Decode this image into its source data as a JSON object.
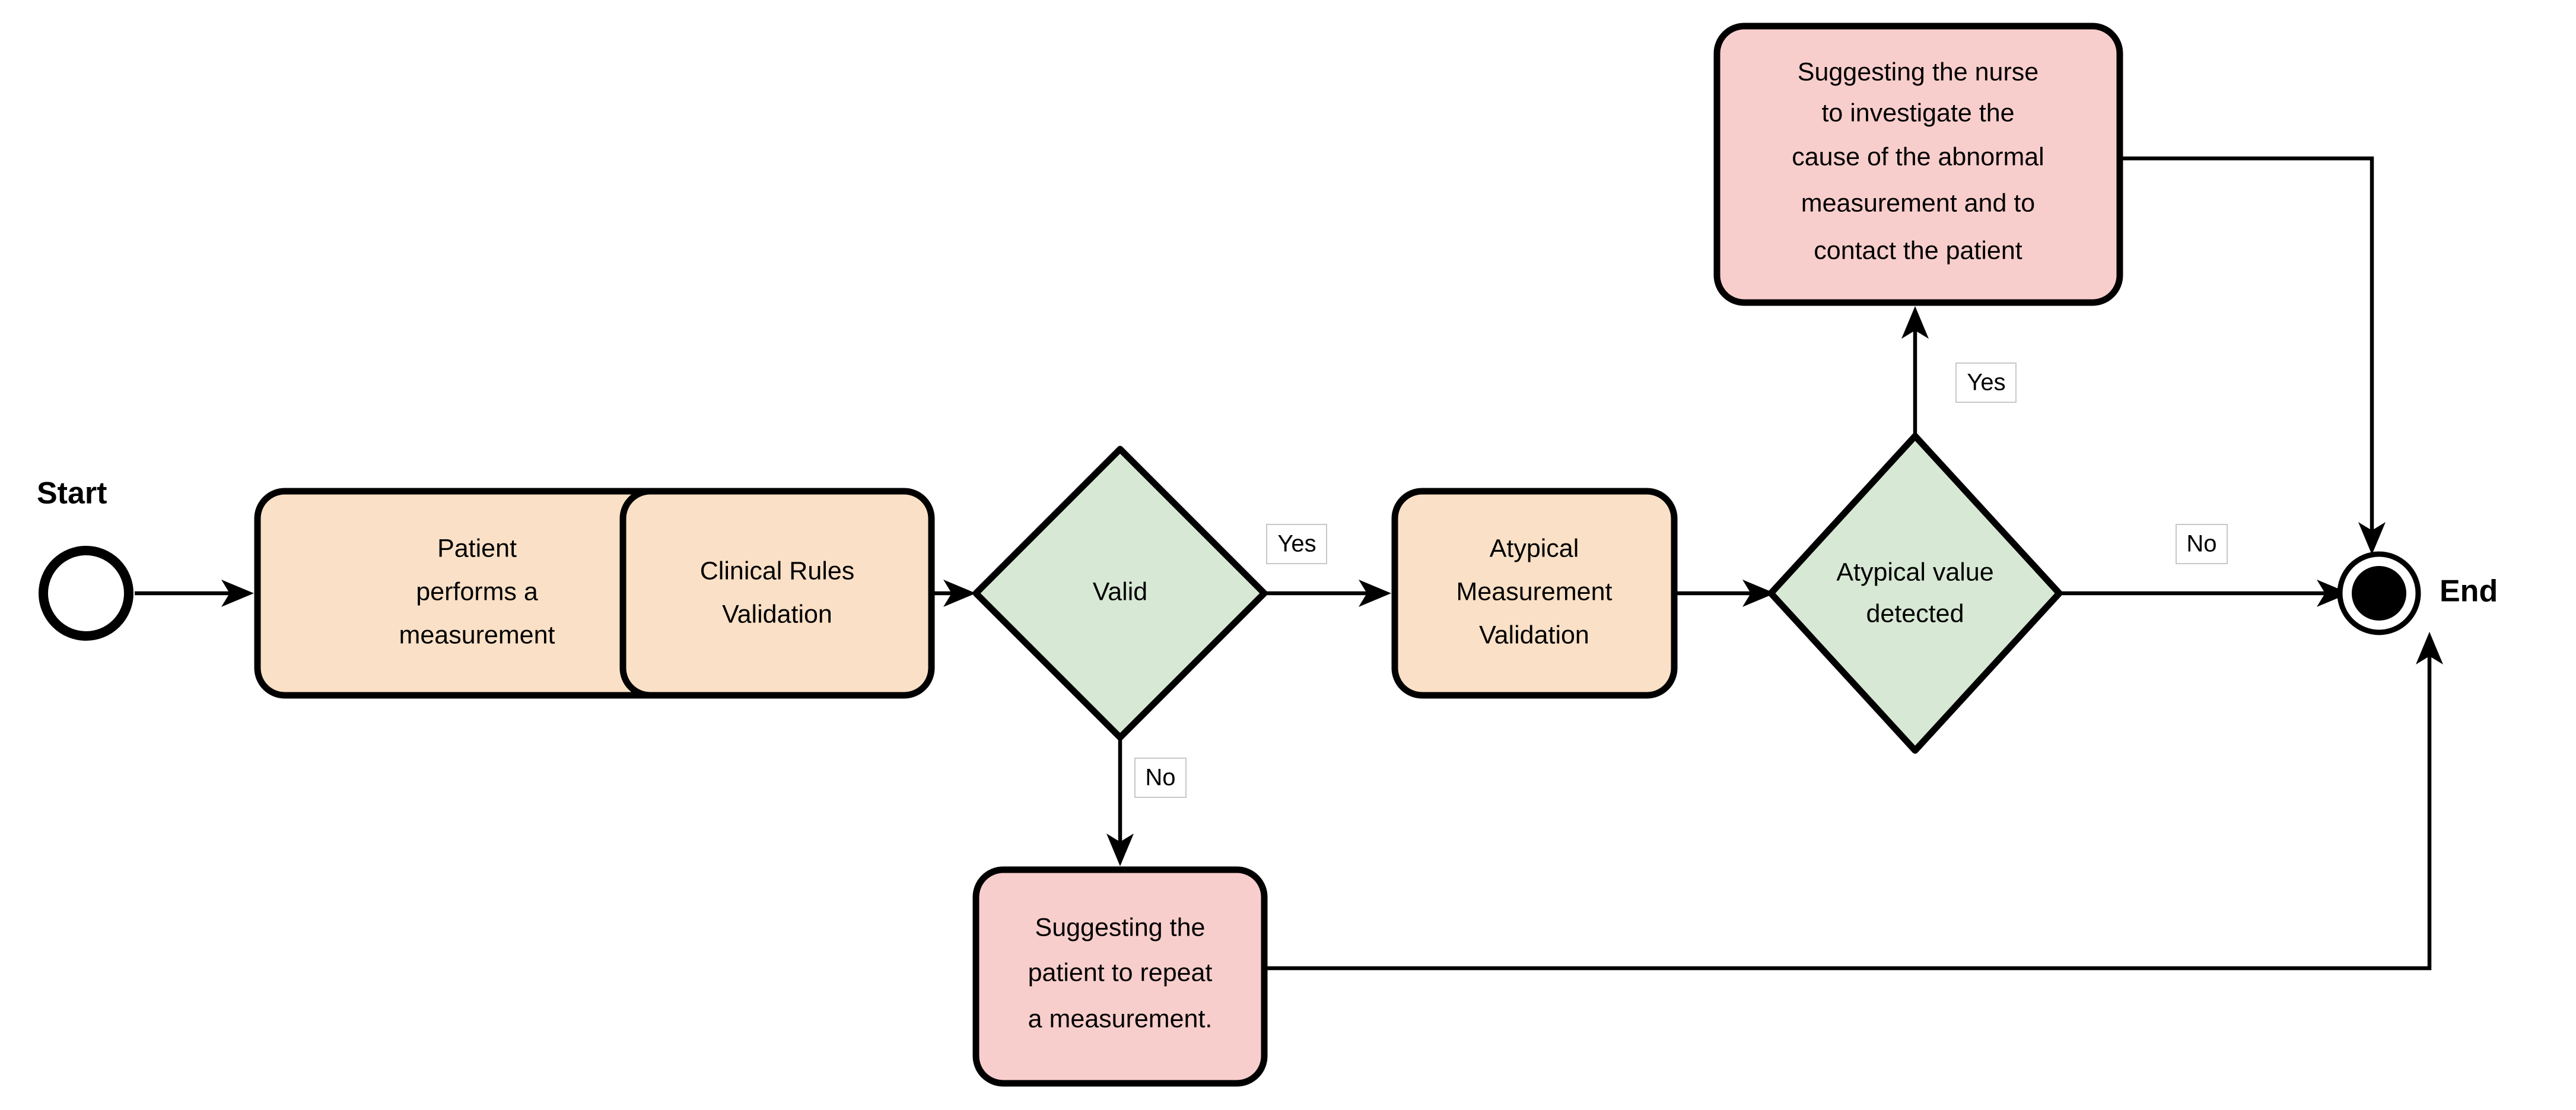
{
  "diagram": {
    "type": "activity-flowchart",
    "background": "#ffffff",
    "colors": {
      "process_fill": "#fae0c6",
      "decision_fill": "#d7e8d4",
      "alert_fill": "#f8cecc",
      "stroke": "#000000",
      "label_box_border": "#c8c8c8"
    },
    "terminals": {
      "start_label": "Start",
      "end_label": "End"
    },
    "nodes": [
      {
        "id": "start",
        "kind": "start-node",
        "label": "Start"
      },
      {
        "id": "patient-measurement",
        "kind": "process",
        "lines": [
          "Patient",
          "performs a",
          "measurement"
        ]
      },
      {
        "id": "clinical-rules-validation",
        "kind": "process",
        "lines": [
          "Clinical Rules",
          "Validation"
        ]
      },
      {
        "id": "valid-decision",
        "kind": "decision",
        "lines": [
          "Valid"
        ]
      },
      {
        "id": "atypical-measurement-validation",
        "kind": "process",
        "lines": [
          "Atypical",
          "Measurement",
          "Validation"
        ]
      },
      {
        "id": "atypical-value-decision",
        "kind": "decision",
        "lines": [
          "Atypical value",
          "detected"
        ]
      },
      {
        "id": "nurse-alert",
        "kind": "alert",
        "lines": [
          "Suggesting the nurse",
          "to investigate the",
          "cause of the abnormal",
          "measurement and to",
          "contact the patient"
        ]
      },
      {
        "id": "repeat-measurement-alert",
        "kind": "alert",
        "lines": [
          "Suggesting the",
          "patient to repeat",
          "a measurement."
        ]
      },
      {
        "id": "end",
        "kind": "end-node",
        "label": "End"
      }
    ],
    "edges": [
      {
        "id": "e1",
        "from": "start",
        "to": "patient-measurement",
        "label": ""
      },
      {
        "id": "e2",
        "from": "patient-measurement",
        "to": "clinical-rules-validation",
        "label": ""
      },
      {
        "id": "e3",
        "from": "clinical-rules-validation",
        "to": "valid-decision",
        "label": ""
      },
      {
        "id": "e4",
        "from": "valid-decision",
        "to": "atypical-measurement-validation",
        "label": "Yes"
      },
      {
        "id": "e5",
        "from": "valid-decision",
        "to": "repeat-measurement-alert",
        "label": "No"
      },
      {
        "id": "e6",
        "from": "atypical-measurement-validation",
        "to": "atypical-value-decision",
        "label": ""
      },
      {
        "id": "e7",
        "from": "atypical-value-decision",
        "to": "nurse-alert",
        "label": "Yes"
      },
      {
        "id": "e8",
        "from": "atypical-value-decision",
        "to": "end",
        "label": "No"
      },
      {
        "id": "e9",
        "from": "nurse-alert",
        "to": "end",
        "label": ""
      },
      {
        "id": "e10",
        "from": "repeat-measurement-alert",
        "to": "end",
        "label": ""
      }
    ],
    "edge_labels": {
      "valid_yes": "Yes",
      "valid_no": "No",
      "atypical_yes": "Yes",
      "atypical_no": "No"
    },
    "node_text": {
      "patient_l1": "Patient",
      "patient_l2": "performs a",
      "patient_l3": "measurement",
      "clinical_l1": "Clinical Rules",
      "clinical_l2": "Validation",
      "valid_l1": "Valid",
      "atypical_l1": "Atypical",
      "atypical_l2": "Measurement",
      "atypical_l3": "Validation",
      "detected_l1": "Atypical value",
      "detected_l2": "detected",
      "nurse_l1": "Suggesting the nurse",
      "nurse_l2": "to investigate the",
      "nurse_l3": "cause of the abnormal",
      "nurse_l4": "measurement and to",
      "nurse_l5": "contact the patient",
      "repeat_l1": "Suggesting the",
      "repeat_l2": "patient to repeat",
      "repeat_l3": "a measurement."
    }
  }
}
